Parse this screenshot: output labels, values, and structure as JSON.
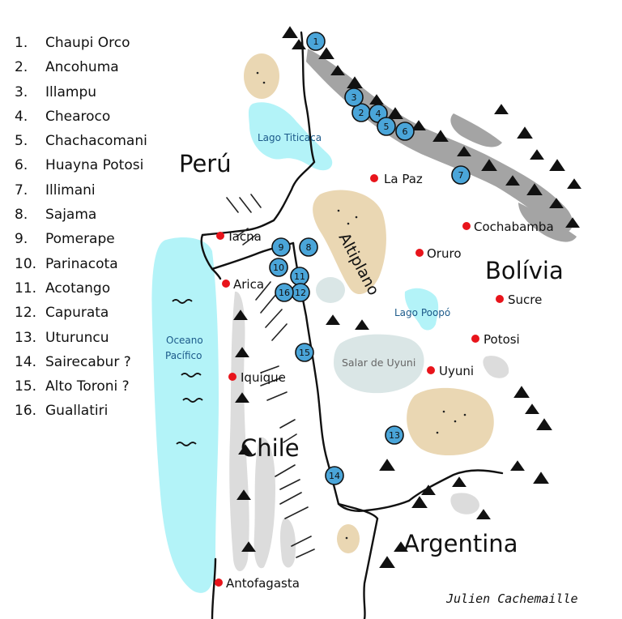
{
  "legend": [
    {
      "num": "1.",
      "name": "Chaupi Orco"
    },
    {
      "num": "2.",
      "name": "Ancohuma"
    },
    {
      "num": "3.",
      "name": "Illampu"
    },
    {
      "num": "4.",
      "name": "Chearoco"
    },
    {
      "num": "5.",
      "name": "Chachacomani"
    },
    {
      "num": "6.",
      "name": "Huayna Potosi"
    },
    {
      "num": "7.",
      "name": "Illimani"
    },
    {
      "num": "8.",
      "name": "Sajama"
    },
    {
      "num": "9.",
      "name": "Pomerape"
    },
    {
      "num": "10.",
      "name": "Parinacota"
    },
    {
      "num": "11.",
      "name": "Acotango"
    },
    {
      "num": "12.",
      "name": "Capurata"
    },
    {
      "num": "13.",
      "name": "Uturuncu"
    },
    {
      "num": "14.",
      "name": "Sairecabur ?"
    },
    {
      "num": "15.",
      "name": "Alto Toroni ?"
    },
    {
      "num": "16.",
      "name": "Guallatiri"
    }
  ],
  "countries": {
    "peru": "Perú",
    "bolivia": "Bolívia",
    "chile": "Chile",
    "argentina": "Argentina"
  },
  "cities": {
    "la_paz": "La Paz",
    "cochabamba": "Cochabamba",
    "oruro": "Oruro",
    "sucre": "Sucre",
    "potosi": "Potosi",
    "uyuni": "Uyuni",
    "tacna": "Tacna",
    "arica": "Arica",
    "iquique": "Iquique",
    "antofagasta": "Antofagasta"
  },
  "water": {
    "titicaca": "Lago Titicaca",
    "poopo": "Lago Poopó",
    "ocean_line1": "Oceano",
    "ocean_line2": "Pacífico"
  },
  "regions": {
    "altiplano": "Altiplano",
    "salar": "Salar de Uyuni"
  },
  "peaks": [
    "1",
    "2",
    "3",
    "4",
    "5",
    "6",
    "7",
    "8",
    "9",
    "10",
    "11",
    "12",
    "13",
    "14",
    "15",
    "16"
  ],
  "signature": "Julien Cachemaille",
  "colors": {
    "water": "#b3f3f8",
    "altiplano": "#ead7b3",
    "salar": "#dae6e6",
    "peak": "#4aa5d9",
    "city": "#e8141b",
    "mountain_gray": "#a4a4a4",
    "light_gray": "#dcdcdc"
  }
}
